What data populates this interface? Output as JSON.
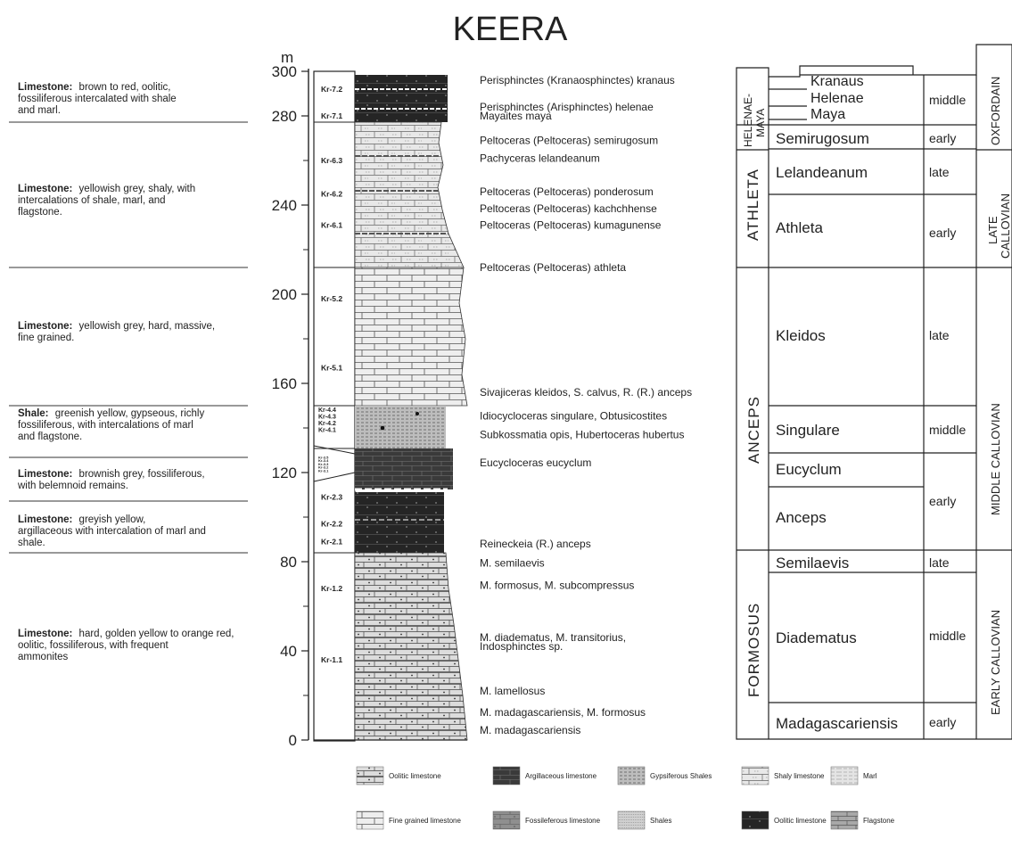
{
  "title": "KEERA",
  "axis": {
    "unit": "m",
    "ticks": [
      {
        "label": "300",
        "m": 300
      },
      {
        "label": "280",
        "m": 280
      },
      {
        "label": "240",
        "m": 240
      },
      {
        "label": "200",
        "m": 200
      },
      {
        "label": "160",
        "m": 160
      },
      {
        "label": "120",
        "m": 120
      },
      {
        "label": "80",
        "m": 80
      },
      {
        "label": "40",
        "m": 40
      },
      {
        "label": "0",
        "m": 0
      }
    ],
    "minor_ticks_m": [
      260,
      220,
      180,
      140,
      100,
      60,
      20
    ]
  },
  "lithology_descriptions": [
    {
      "bold": "Limestone:",
      "text": "brown to red, oolitic, fossiliferous intercalated with  shale and marl."
    },
    {
      "bold": "Limestone:",
      "text": "yellowish grey, shaly, with intercalations of shale, marl, and  flagstone."
    },
    {
      "bold": "Limestone:",
      "text": "yellowish grey, hard, massive, fine grained."
    },
    {
      "bold": "Shale:",
      "text": "greenish yellow, gypseous, richly fossiliferous, with intercalations of marl and flagstone."
    },
    {
      "bold": "Limestone:",
      "text": "brownish grey, fossiliferous, with belemnoid remains."
    },
    {
      "bold": "Limestone:",
      "text": " greyish yellow, argillaceous with intercalation of marl and shale."
    },
    {
      "bold": "Limestone:",
      "text": "hard, golden yellow to orange red, oolitic, fossiliferous, with  frequent ammonites"
    }
  ],
  "units": [
    {
      "label": "Kr-7.2",
      "m": 292
    },
    {
      "label": "Kr-7.1",
      "m": 280
    },
    {
      "label": "Kr-6.3",
      "m": 260
    },
    {
      "label": "Kr-6.2",
      "m": 245
    },
    {
      "label": "Kr-6.1",
      "m": 231
    },
    {
      "label": "Kr-5.2",
      "m": 198
    },
    {
      "label": "Kr-5.1",
      "m": 167
    },
    {
      "label": "Kr-4.4",
      "m": 148.5
    },
    {
      "label": "Kr-4.3",
      "m": 145.5
    },
    {
      "label": "Kr-4.2",
      "m": 142.5
    },
    {
      "label": "Kr-4.1",
      "m": 139.5
    },
    {
      "label": "Kr-3.5",
      "m": 127.5
    },
    {
      "label": "Kr-3.4",
      "m": 126
    },
    {
      "label": "Kr-3.3",
      "m": 124.5
    },
    {
      "label": "Kr-3.2",
      "m": 123
    },
    {
      "label": "Kr-3.1",
      "m": 121.5
    },
    {
      "label": "Kr-2.3",
      "m": 109
    },
    {
      "label": "Kr-2.2",
      "m": 97
    },
    {
      "label": "Kr-2.1",
      "m": 89
    },
    {
      "label": "Kr-1.2",
      "m": 68
    },
    {
      "label": "Kr-1.1",
      "m": 36
    }
  ],
  "ammonites": [
    {
      "text": "Perisphinctes (Kranaosphinctes) kranaus",
      "m": 296
    },
    {
      "text": "Perisphinctes (Arisphinctes) helenae",
      "m": 284
    },
    {
      "text": "Mayaites maya",
      "m": 280
    },
    {
      "text": "Peltoceras (Peltoceras) semirugosum",
      "m": 269
    },
    {
      "text": "Pachyceras lelandeanum",
      "m": 261
    },
    {
      "text": "Peltoceras (Peltoceras) ponderosum",
      "m": 246
    },
    {
      "text": "Peltoceras (Peltoceras) kachchhense",
      "m": 238.5
    },
    {
      "text": "Peltoceras (Peltoceras) kumagunense",
      "m": 231
    },
    {
      "text": "Peltoceras (Peltoceras) athleta",
      "m": 212
    },
    {
      "text": "Sivajiceras kleidos, S. calvus, R. (R.) anceps",
      "m": 156
    },
    {
      "text": "Idiocycloceras singulare, Obtusicostites",
      "m": 145.5
    },
    {
      "text": "Subkossmatia opis, Hubertoceras hubertus",
      "m": 137
    },
    {
      "text": "Eucycloceras eucyclum",
      "m": 124.5
    },
    {
      "text": "Reineckeia (R.) anceps",
      "m": 88
    },
    {
      "text": "M. semilaevis",
      "m": 79.5
    },
    {
      "text": "M. formosus, M. subcompressus",
      "m": 69.5
    },
    {
      "text": "M. diadematus, M. transitorius,",
      "m": 46
    },
    {
      "text": "Indosphinctes sp.",
      "m": 42
    },
    {
      "text": "M. lamellosus",
      "m": 22
    },
    {
      "text": "M. madagascariensis, M. formosus",
      "m": 12.5
    },
    {
      "text": "M. madagascariensis",
      "m": 4.5
    }
  ],
  "zones": [
    {
      "text": "HELENAE-",
      "col": "zone"
    },
    {
      "text": "MAYA",
      "col": "zone"
    },
    {
      "text": "ATHLETA",
      "col": "zone"
    },
    {
      "text": "ANCEPS",
      "col": "zone"
    },
    {
      "text": "FORMOSUS",
      "col": "zone"
    }
  ],
  "subzones": [
    {
      "text": "Kranaus"
    },
    {
      "text": "Helenae"
    },
    {
      "text": "Maya"
    },
    {
      "text": "Semirugosum"
    },
    {
      "text": "Lelandeanum"
    },
    {
      "text": "Athleta"
    },
    {
      "text": "Kleidos"
    },
    {
      "text": "Singulare"
    },
    {
      "text": "Eucyclum"
    },
    {
      "text": "Anceps"
    },
    {
      "text": "Semilaevis"
    },
    {
      "text": "Diadematus"
    },
    {
      "text": "Madagascariensis"
    }
  ],
  "subdivisions": [
    {
      "text": "middle"
    },
    {
      "text": "early"
    },
    {
      "text": "late"
    },
    {
      "text": "early"
    },
    {
      "text": "late"
    },
    {
      "text": "middle"
    },
    {
      "text": "early"
    },
    {
      "text": "late"
    },
    {
      "text": "middle"
    },
    {
      "text": "early"
    }
  ],
  "stages": [
    {
      "text": "OXFORDAIN"
    },
    {
      "text": "LATE"
    },
    {
      "text": "CALLOVIAN"
    },
    {
      "text": "MIDDLE CALLOVIAN"
    },
    {
      "text": "EARLY CALLOVIAN"
    }
  ],
  "legend": [
    {
      "label": "Oolitic limestone",
      "pattern": "oolitic-light"
    },
    {
      "label": "Argillaceous limestone",
      "pattern": "argillaceous"
    },
    {
      "label": "Gypsiferous Shales",
      "pattern": "gypsiferous"
    },
    {
      "label": "Shaly limestone",
      "pattern": "shaly"
    },
    {
      "label": "Marl",
      "pattern": "marl"
    },
    {
      "label": "Fine grained limestone",
      "pattern": "fine"
    },
    {
      "label": "Fossileferous limestone",
      "pattern": "fossiliferous"
    },
    {
      "label": "Shales",
      "pattern": "shales"
    },
    {
      "label": "Oolitic limestone",
      "pattern": "oolitic-dark"
    },
    {
      "label": "Flagstone",
      "pattern": "flagstone"
    }
  ],
  "colors": {
    "ink": "#222222",
    "dark_bed": "#2a2a2a",
    "light_bed": "#e6e6e6",
    "oolitic_bed": "#d6d6d6",
    "fossil_bed": "#8a8a8a"
  }
}
